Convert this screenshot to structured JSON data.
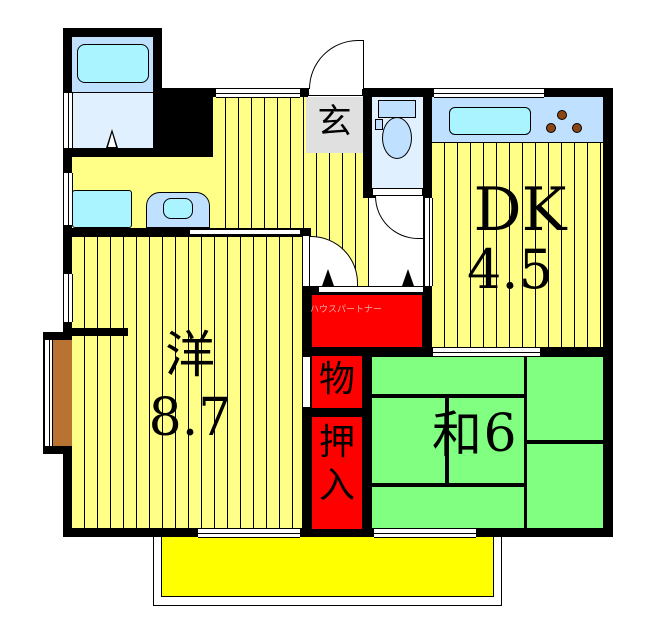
{
  "floorplan": {
    "rooms": {
      "western": {
        "name": "洋",
        "size": "8.7"
      },
      "dining_kitchen": {
        "name": "DK",
        "size": "4.5"
      },
      "japanese": {
        "name": "和",
        "size": "6"
      },
      "entrance": {
        "name": "玄"
      },
      "storage": {
        "name": "物"
      },
      "closet": {
        "name_top": "押",
        "name_bottom": "入"
      }
    },
    "watermark": "ハウスパートナー",
    "colors": {
      "wall": "#000000",
      "flooring": "#ffff88",
      "tatami": "#80ff80",
      "closet": "#ff0000",
      "balcony": "#ffff00",
      "entrance": "#e0e0e0",
      "wet_area": "#c0e0ff",
      "bathtub": "#aaf4ff",
      "stove_burner": "#8b4513",
      "shelf": "#b87333"
    }
  }
}
